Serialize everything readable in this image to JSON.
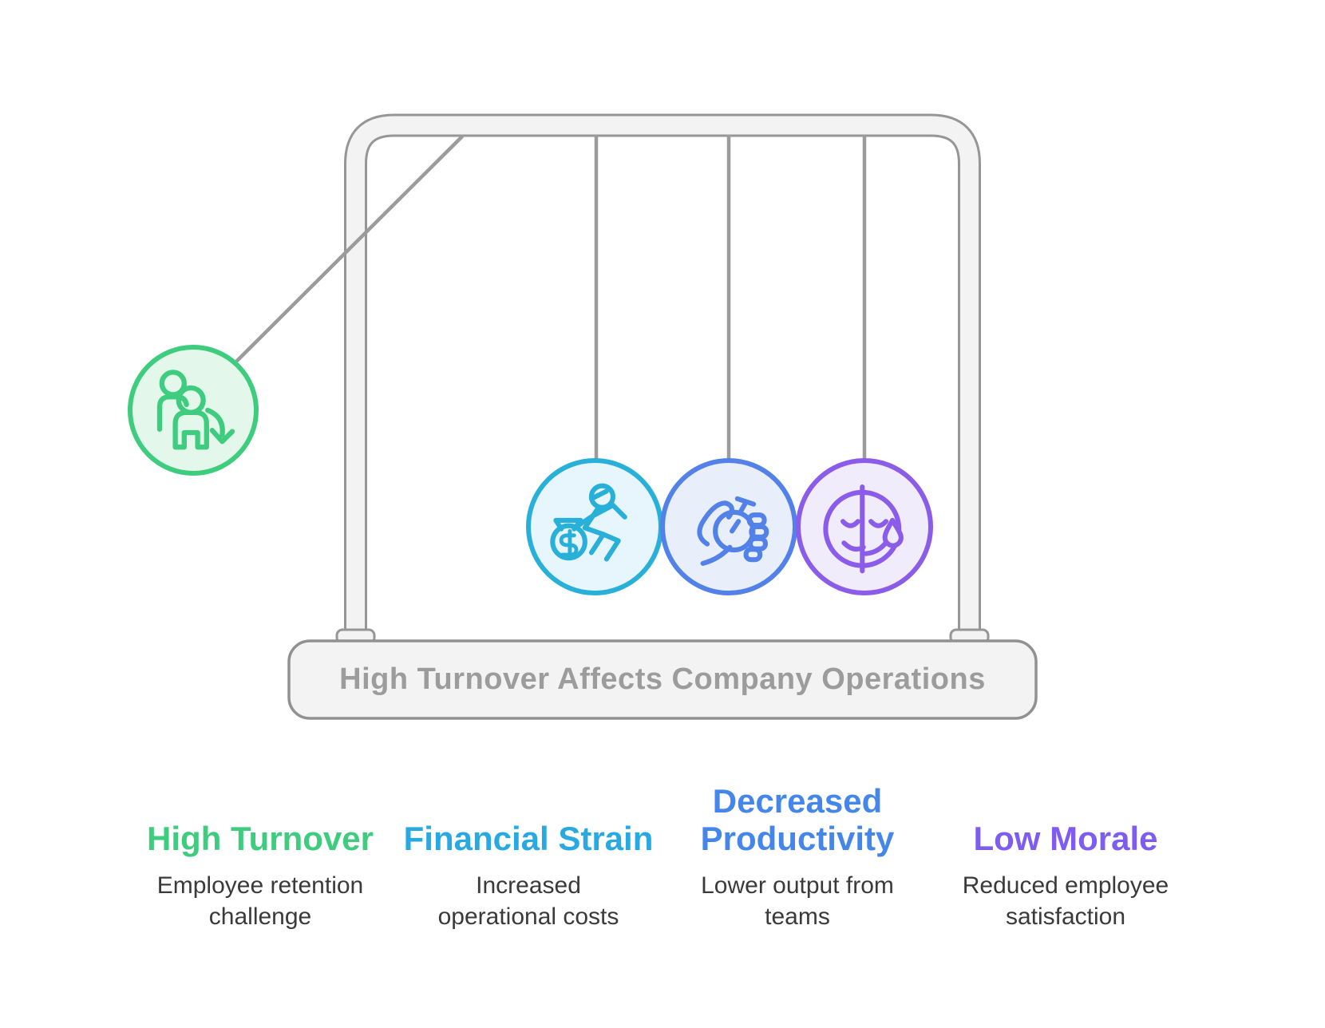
{
  "title": "High Turnover Affects Company Operations",
  "colors": {
    "frame_stroke": "#969696",
    "frame_fill": "#f3f3f3",
    "string_gray": "#9b9b9b",
    "base_text_gray": "#9c9c9c",
    "description_text": "#3a3a3a",
    "green": "#3ecc7e",
    "green_fill": "#e3f8eb",
    "cyan": "#28b0d8",
    "cyan_fill": "#e7f6fc",
    "blue": "#5281e8",
    "blue_fill": "#e9eefb",
    "purple": "#8a5ce9",
    "purple_fill": "#f0ecfb"
  },
  "pendulum": {
    "swung_ball": {
      "icon": "employee-turnover-icon",
      "stroke": "#3ecc7e",
      "fill": "#e3f8eb"
    },
    "hanging_balls": [
      {
        "icon": "money-runner-icon",
        "stroke": "#28b0d8",
        "fill": "#e7f6fc"
      },
      {
        "icon": "hand-stopwatch-icon",
        "stroke": "#5281e8",
        "fill": "#e9eefb"
      },
      {
        "icon": "sad-face-tear-icon",
        "stroke": "#8a5ce9",
        "fill": "#f0ecfb"
      }
    ]
  },
  "columns": [
    {
      "heading": "High Turnover",
      "color": "#3ecc7e",
      "description": "Employee retention\nchallenge"
    },
    {
      "heading": "Financial Strain",
      "color": "#29a9e1",
      "description": "Increased\noperational costs"
    },
    {
      "heading": "Decreased\nProductivity",
      "color": "#4486ea",
      "description": "Lower output from\nteams"
    },
    {
      "heading": "Low Morale",
      "color": "#7e5cf1",
      "description": "Reduced employee\nsatisfaction"
    }
  ]
}
